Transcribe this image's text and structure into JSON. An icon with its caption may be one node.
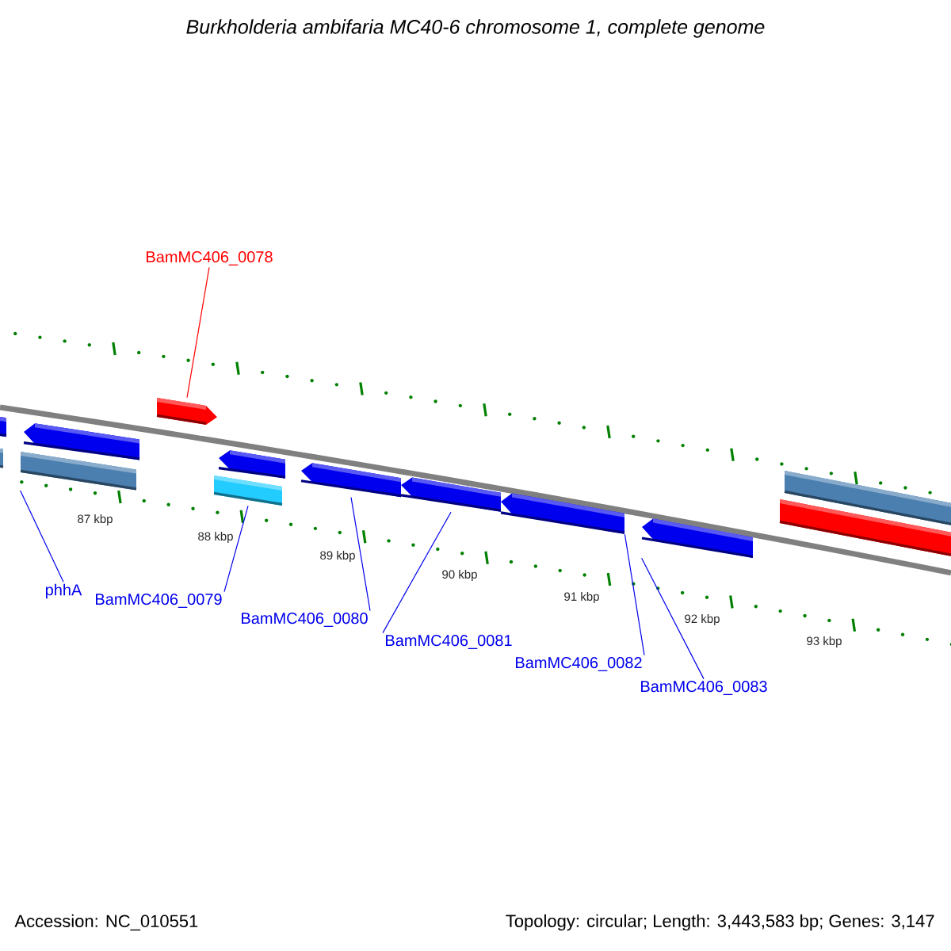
{
  "diagram": {
    "title": "Burkholderia ambifaria MC40-6 chromosome 1, complete genome",
    "nodes": [
      {
        "text": [],
        "shape": "box"
      },
      {
        "text": [],
        "shape": "box"
      },
      {
        "text": [],
        "shape": "arrow"
      },
      {
        "text": [],
        "shape": "box"
      },
      {
        "text": [],
        "shape": "arrow"
      },
      {
        "text": [],
        "shape": "arrow"
      },
      {
        "text": [],
        "shape": "box"
      },
      {
        "text": [],
        "shape": "arrow"
      },
      {
        "text": [],
        "shape": "arrow"
      },
      {
        "text": [],
        "shape": "arrow"
      },
      {
        "text": [],
        "shape": "arrow"
      },
      {
        "text": [],
        "shape": "box"
      },
      {
        "text": [],
        "shape": "box"
      },
      {
        "text": [
          "BamMC406_0078"
        ]
      },
      {
        "text": [
          "phhA"
        ]
      },
      {
        "text": [
          "BamMC406_0079"
        ]
      },
      {
        "text": [
          "BamMC406_0080"
        ]
      },
      {
        "text": [
          "BamMC406_0081"
        ]
      },
      {
        "text": [
          "BamMC406_0082"
        ]
      },
      {
        "text": [
          "BamMC406_0083"
        ]
      }
    ],
    "edges": [
      {
        "from": 13,
        "to": 4,
        "arrow": "none",
        "color": "#ff0000"
      },
      {
        "from": 14,
        "to": 3,
        "arrow": "none"
      },
      {
        "from": 15,
        "to": 6,
        "arrow": "none"
      },
      {
        "from": 16,
        "to": 7,
        "arrow": "none"
      },
      {
        "from": 17,
        "to": 8,
        "arrow": "none"
      },
      {
        "from": 18,
        "to": 9,
        "arrow": "none"
      },
      {
        "from": 19,
        "to": 10,
        "arrow": "none"
      }
    ],
    "labels": [
      "87 kbp",
      "88 kbp",
      "89 kbp",
      "90 kbp",
      "91 kbp",
      "92 kbp",
      "93 kbp",
      "Accession: NC_010551",
      "Topology: circular; Length: 3,443,583 bp; Genes: 3,147"
    ]
  }
}
